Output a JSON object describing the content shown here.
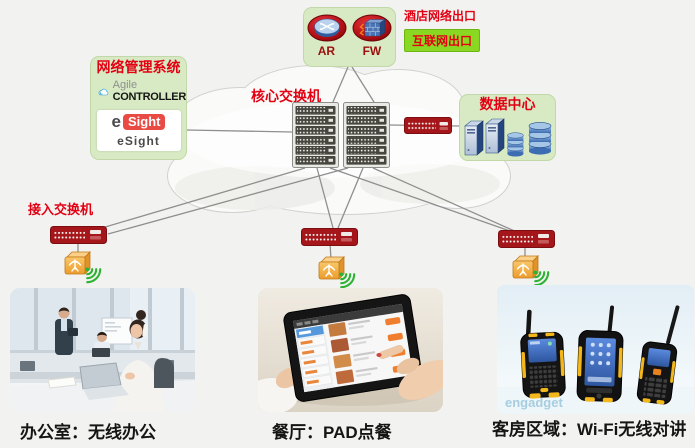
{
  "internet_exit": {
    "title": "酒店网络出口",
    "badge": "互联网出口",
    "ar_label": "AR",
    "fw_label": "FW"
  },
  "nms": {
    "title": "网络管理系统",
    "agile_brand_top": "Agile",
    "agile_brand_bottom": "CONTROLLER",
    "esight_e": "e",
    "esight_box": "Sight",
    "esight_caption": "eSight"
  },
  "core_switch_label": "核心交换机",
  "datacenter_label": "数据中心",
  "access_switch_label": "接入交换机",
  "scenes": [
    {
      "caption": "办公室：无线办公"
    },
    {
      "caption": "餐厅：PAD点餐"
    },
    {
      "caption": "客房区域：Wi-Fi无线对讲"
    }
  ],
  "photo_watermark": "engadget",
  "colors": {
    "label_red": "#e30012",
    "device_red": "#a5161b",
    "panel_green": "#d7eac3",
    "badge_green": "#8bd822",
    "ap_orange": "#f0a23a",
    "wifi_green": "#2db233",
    "line_gray": "#8f8f8f",
    "esight_red": "#ea4a44",
    "agile_blue": "#2aa0da"
  },
  "icons": {
    "ar": "router-icon",
    "fw": "firewall-icon",
    "nms_cloud": "cloud-icon",
    "core": "core-switch-icon",
    "aggregation": "switch-icon",
    "server": "server-icon",
    "database": "database-icon",
    "access": "access-switch-icon",
    "ap": "wireless-ap-icon",
    "wifi": "wifi-signal-icon"
  }
}
